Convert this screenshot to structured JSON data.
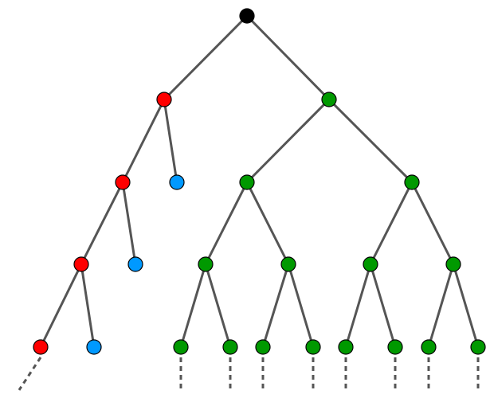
{
  "diagram": {
    "type": "binary-tree",
    "colors": {
      "root": "#000000",
      "red": "#ff0000",
      "blue": "#0099ff",
      "green": "#009900",
      "edge": "#555555",
      "node_stroke": "#000000"
    },
    "nodes": [
      {
        "id": "n0",
        "color": "root"
      },
      {
        "id": "n1",
        "color": "red"
      },
      {
        "id": "n2",
        "color": "green"
      },
      {
        "id": "n3",
        "color": "red"
      },
      {
        "id": "n4",
        "color": "blue"
      },
      {
        "id": "n5",
        "color": "green"
      },
      {
        "id": "n6",
        "color": "green"
      },
      {
        "id": "n7",
        "color": "red"
      },
      {
        "id": "n8",
        "color": "blue"
      },
      {
        "id": "n9",
        "color": "green"
      },
      {
        "id": "n10",
        "color": "green"
      },
      {
        "id": "n11",
        "color": "green"
      },
      {
        "id": "n12",
        "color": "green"
      },
      {
        "id": "n13",
        "color": "red"
      },
      {
        "id": "n14",
        "color": "blue"
      },
      {
        "id": "n15",
        "color": "green"
      },
      {
        "id": "n16",
        "color": "green"
      },
      {
        "id": "n17",
        "color": "green"
      },
      {
        "id": "n18",
        "color": "green"
      },
      {
        "id": "n19",
        "color": "green"
      },
      {
        "id": "n20",
        "color": "green"
      },
      {
        "id": "n21",
        "color": "green"
      },
      {
        "id": "n22",
        "color": "green"
      }
    ],
    "edges": [
      [
        "n0",
        "n1"
      ],
      [
        "n0",
        "n2"
      ],
      [
        "n1",
        "n3"
      ],
      [
        "n1",
        "n4"
      ],
      [
        "n2",
        "n5"
      ],
      [
        "n2",
        "n6"
      ],
      [
        "n3",
        "n7"
      ],
      [
        "n3",
        "n8"
      ],
      [
        "n5",
        "n9"
      ],
      [
        "n5",
        "n10"
      ],
      [
        "n6",
        "n11"
      ],
      [
        "n6",
        "n12"
      ],
      [
        "n7",
        "n13"
      ],
      [
        "n7",
        "n14"
      ],
      [
        "n9",
        "n15"
      ],
      [
        "n9",
        "n16"
      ],
      [
        "n10",
        "n17"
      ],
      [
        "n10",
        "n18"
      ],
      [
        "n11",
        "n19"
      ],
      [
        "n11",
        "n20"
      ],
      [
        "n12",
        "n21"
      ],
      [
        "n12",
        "n22"
      ]
    ],
    "continuations": [
      "n13",
      "n15",
      "n16",
      "n17",
      "n18",
      "n19",
      "n20",
      "n21",
      "n22"
    ]
  }
}
